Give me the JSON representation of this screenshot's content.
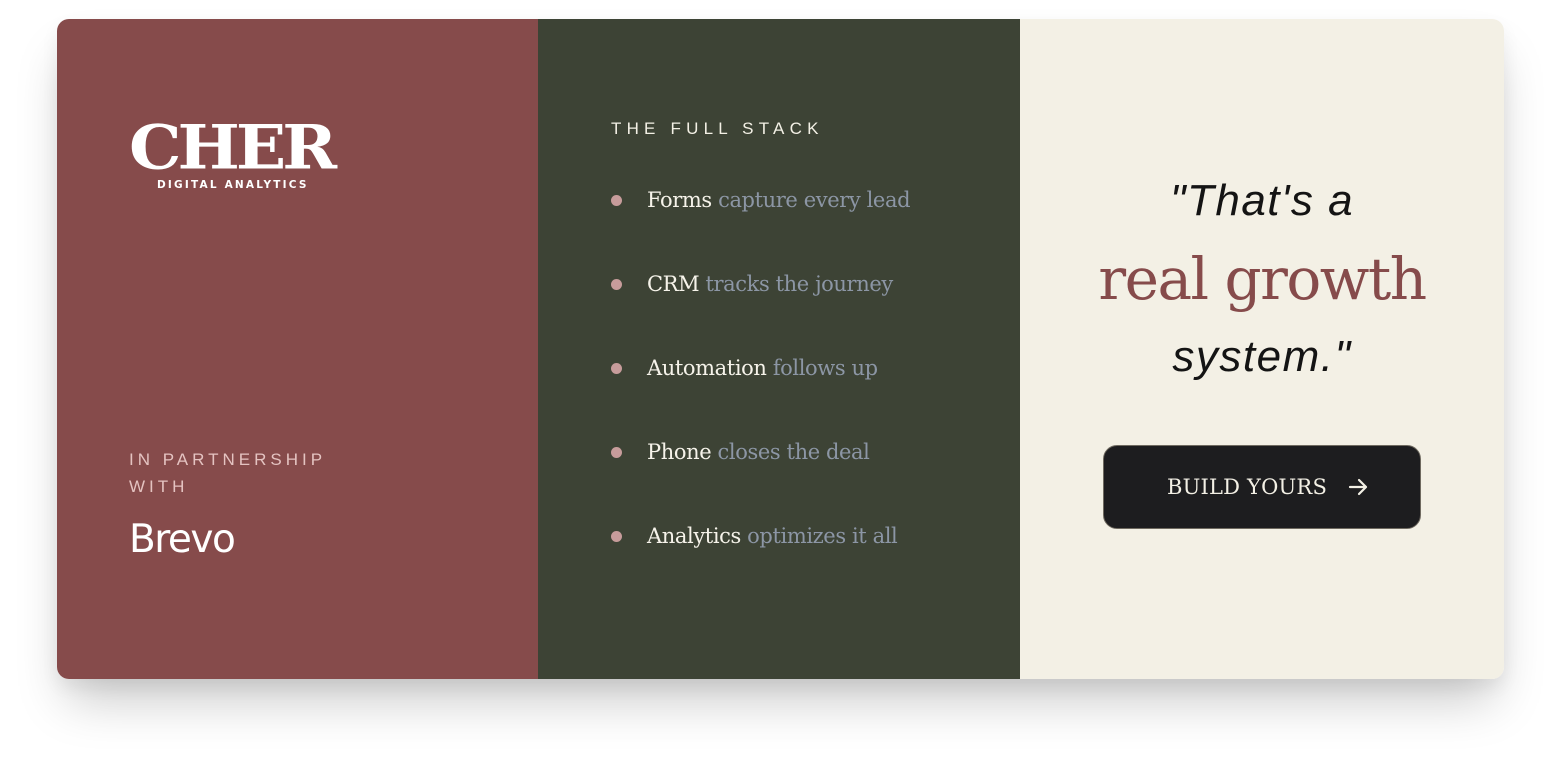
{
  "colors": {
    "brand_panel": "#864b4b",
    "stack_panel": "#3d4335",
    "quote_panel": "#f3f0e5",
    "accent": "#864b4b",
    "bullet": "#c79c9b",
    "muted_text": "#8c96a5",
    "button_bg": "#1d1d1f"
  },
  "brand": {
    "logo_wordmark": "CHER",
    "logo_subtitle": "DIGITAL ANALYTICS",
    "partner_label": "IN PARTNERSHIP WITH",
    "partner_name": "Brevo"
  },
  "stack": {
    "heading": "THE FULL STACK",
    "items": [
      {
        "key": "Forms",
        "desc": "capture every lead",
        "icon": "bullet-dot"
      },
      {
        "key": "CRM",
        "desc": "tracks the journey",
        "icon": "bullet-dot"
      },
      {
        "key": "Automation",
        "desc": "follows up",
        "icon": "bullet-dot"
      },
      {
        "key": "Phone",
        "desc": "closes the deal",
        "icon": "bullet-dot"
      },
      {
        "key": "Analytics",
        "desc": "optimizes it all",
        "icon": "bullet-dot"
      }
    ]
  },
  "quote": {
    "line1": "\"That's a",
    "line2": "real growth",
    "line3": "system.\""
  },
  "cta": {
    "label": "BUILD YOURS",
    "icon": "arrow-right-icon"
  }
}
